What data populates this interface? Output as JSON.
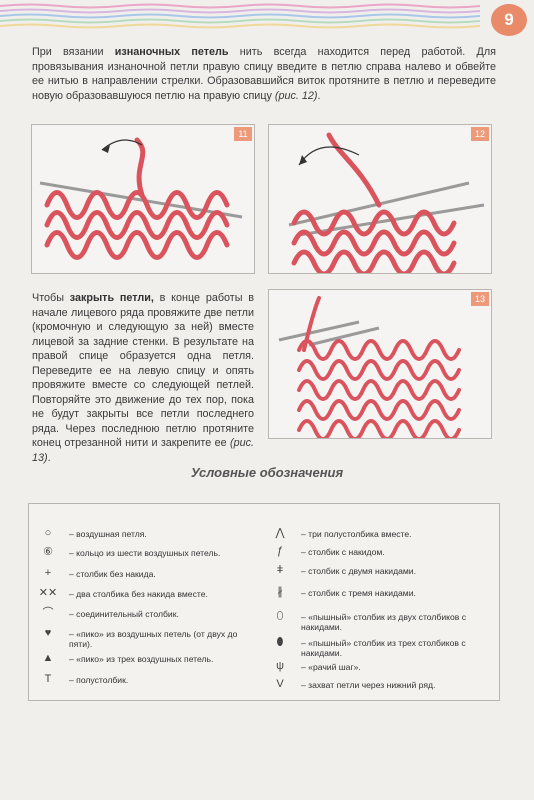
{
  "page": {
    "number": "9"
  },
  "intro": {
    "before": "При вязании ",
    "bold": "изнаночных петель",
    "after": " нить всегда находится перед работой. Для провязывания изнаночной петли правую спицу введите в петлю справа налево и обвейте ее нитью в направлении стрелки. Образовавшийся виток протяните в петлю и переведите новую образовавшуюся петлю на правую спицу ",
    "ref": "(рис. 12)",
    "end": "."
  },
  "figures": {
    "fig11": "11",
    "fig12": "12",
    "fig13": "13"
  },
  "closing": {
    "before": "Чтобы ",
    "bold": "закрыть петли,",
    "after": " в конце работы в начале лицевого ряда провяжите две петли (кромочную и следующую за ней) вместе лицевой за задние стенки. В результате на правой спице образуется одна петля. Переведите ее на левую спицу и опять провяжите вместе со следующей петлей. Повторяйте это движение до тех пор, пока не будут закрыты все петли последнего ряда. Через последнюю петлю протяните конец отрезанной нити и закрепите ее ",
    "ref": "(рис. 13)",
    "end": "."
  },
  "legend": {
    "title": "Условные обозначения",
    "left": [
      {
        "symbol": "○",
        "text": "– воздушная петля."
      },
      {
        "symbol": "⑥",
        "text": "– кольцо из шести воздушных петель."
      },
      {
        "symbol": "+",
        "text": "– столбик без накида."
      },
      {
        "symbol": "✕✕",
        "text": "– два столбика без накида вместе."
      },
      {
        "symbol": "⌒",
        "text": "– соединительный столбик."
      },
      {
        "symbol": "♥",
        "text": "– «пико» из воздушных петель (от двух до пяти)."
      },
      {
        "symbol": "▲",
        "text": "– «пико» из трех воздушных петель."
      },
      {
        "symbol": "T",
        "text": "– полустолбик."
      }
    ],
    "right": [
      {
        "symbol": "⋀",
        "text": "– три полустолбика вместе."
      },
      {
        "symbol": "ƒ",
        "text": "– столбик с накидом."
      },
      {
        "symbol": "ǂ",
        "text": "– столбик с двумя накидами."
      },
      {
        "symbol": "∦",
        "text": "– столбик с тремя накидами."
      },
      {
        "symbol": "⬯",
        "text": "– «пышный» столбик из двух столбиков с накидами."
      },
      {
        "symbol": "⬮",
        "text": "– «пышный» столбик из трех столбиков с накидами."
      },
      {
        "symbol": "ψ",
        "text": "– «рачий шаг»."
      },
      {
        "symbol": "V",
        "text": "– захват петли через нижний ряд."
      }
    ]
  }
}
